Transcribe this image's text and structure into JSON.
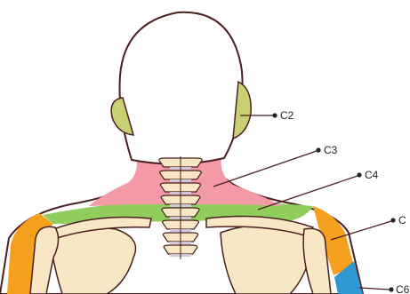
{
  "diagram": {
    "labels": [
      {
        "id": "c2",
        "text": "C2"
      },
      {
        "id": "c3",
        "text": "C3"
      },
      {
        "id": "c4",
        "text": "C4"
      },
      {
        "id": "c5",
        "text": "C"
      },
      {
        "id": "c6",
        "text": "C6"
      }
    ],
    "colors": {
      "c2": "#c9cf72",
      "c3": "#f39aa6",
      "c4": "#8fcd5c",
      "c5": "#f5a01e",
      "c6": "#2f97d2",
      "bone": "#f8e7c4",
      "outline": "#4a1f1f"
    }
  }
}
